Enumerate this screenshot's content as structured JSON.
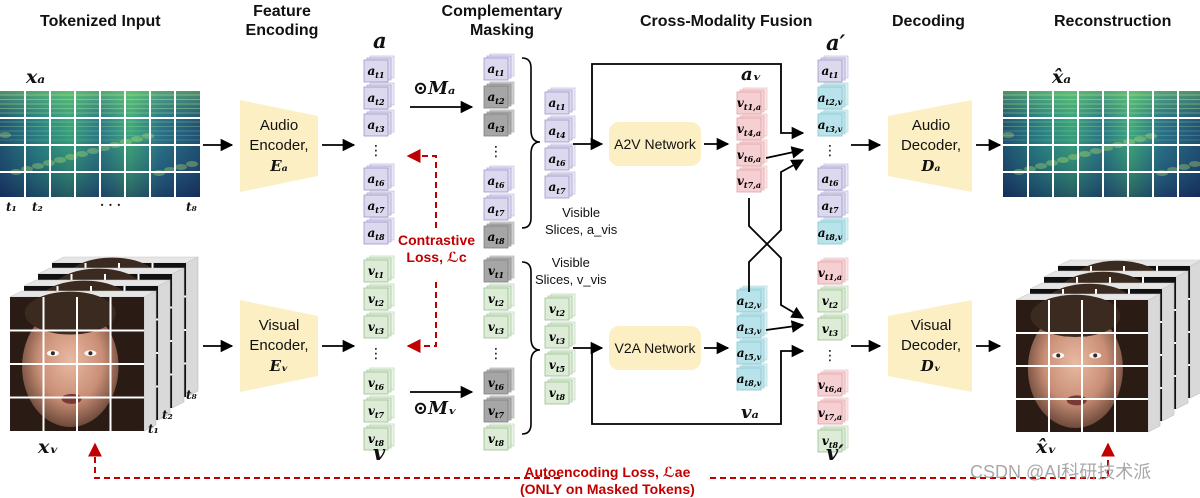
{
  "headers": {
    "tokenized_input": "Tokenized Input",
    "feature_encoding": "Feature\nEncoding",
    "complementary_masking": "Complementary\nMasking",
    "cross_modality_fusion": "Cross-Modality Fusion",
    "decoding": "Decoding",
    "reconstruction": "Reconstruction"
  },
  "symbols": {
    "x_a": "xₐ",
    "x_v": "xᵥ",
    "a": "a",
    "v": "v",
    "a_prime": "a′",
    "v_prime": "v′",
    "a_v": "aᵥ",
    "v_a": "vₐ",
    "mask_a": "⊙Mₐ",
    "mask_v": "⊙Mᵥ",
    "xhat_a": "x̂ₐ",
    "xhat_v": "x̂ᵥ"
  },
  "audio_encoder": {
    "line1": "Audio",
    "line2": "Encoder,",
    "sym": "Eₐ"
  },
  "visual_encoder": {
    "line1": "Visual",
    "line2": "Encoder,",
    "sym": "Eᵥ"
  },
  "audio_decoder": {
    "line1": "Audio",
    "line2": "Decoder,",
    "sym": "Dₐ"
  },
  "visual_decoder": {
    "line1": "Visual",
    "line2": "Decoder,",
    "sym": "Dᵥ"
  },
  "networks": {
    "a2v": "A2V Network",
    "v2a": "V2A Network"
  },
  "visible_audio": {
    "line1": "Visible",
    "line2": "Slices, a_vis"
  },
  "visible_video": {
    "line1": "Visible",
    "line2": "Slices, v_vis"
  },
  "contrastive": {
    "line1": "Contrastive",
    "line2": "Loss, ℒc"
  },
  "autoencoding": {
    "line1": "Autoencoding Loss, ℒae",
    "line2": "(ONLY on Masked Tokens)"
  },
  "time_labels": {
    "t1": "t₁",
    "t2": "t₂",
    "dots": "· · ·",
    "t8": "t₈"
  },
  "watermark": "CSDN @AI科研技术派",
  "columns": {
    "audio_tokens": [
      "a t1",
      "a t2",
      "a t3",
      "⋮",
      "a t6",
      "a t7",
      "a t8"
    ],
    "video_tokens": [
      "v t1",
      "v t2",
      "v t3",
      "⋮",
      "v t6",
      "v t7",
      "v t8"
    ],
    "masked_audio": [
      "a t1",
      "a t2",
      "a t3",
      "⋮",
      "a t6",
      "a t7",
      "a t8"
    ],
    "masked_audio_state": [
      0,
      1,
      1,
      0,
      0,
      0,
      1
    ],
    "masked_video": [
      "v t1",
      "v t2",
      "v t3",
      "⋮",
      "v t6",
      "v t7",
      "v t8"
    ],
    "masked_video_state": [
      1,
      0,
      0,
      0,
      1,
      1,
      0
    ],
    "visible_audio_tokens": [
      "a t1",
      "a t4",
      "a t6",
      "a t7"
    ],
    "visible_video_tokens": [
      "v t2",
      "v t3",
      "v t5",
      "v t8"
    ],
    "av_tokens": [
      "v t1,a",
      "v t4,a",
      "v t6,a",
      "v t7,a"
    ],
    "va_tokens": [
      "a t2,v",
      "a t3,v",
      "a t5,v",
      "a t8,v"
    ],
    "a_prime_tokens": [
      "a t1",
      "a t2,v",
      "a t3,v",
      "⋮",
      "a t6",
      "a t7",
      "a t8,v"
    ],
    "a_prime_state": [
      0,
      2,
      2,
      0,
      0,
      0,
      2
    ],
    "v_prime_tokens": [
      "v t1,a",
      "v t2",
      "v t3",
      "⋮",
      "v t6,a",
      "v t7,a",
      "v t8"
    ],
    "v_prime_state": [
      3,
      0,
      0,
      0,
      3,
      3,
      0
    ]
  },
  "colors": {
    "audio_token": "#dcd8ee",
    "audio_token_border": "#9e98c8",
    "video_token": "#dcecd6",
    "video_token_border": "#9cc092",
    "masked_token": "#a6a6a6",
    "cross_from_audio": "#b9e3ea",
    "cross_from_video": "#f6cfd2",
    "module_fill": "#fcefc4",
    "loss_red": "#c00000"
  }
}
